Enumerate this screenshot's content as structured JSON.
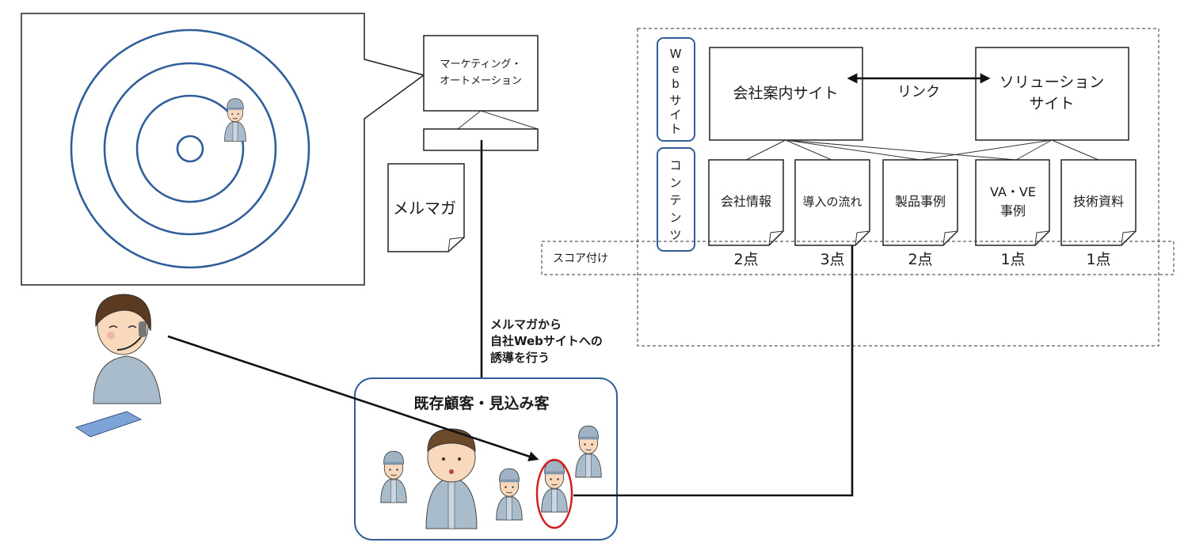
{
  "marketing_automation": {
    "line1": "マーケティング・",
    "line2": "オートメーション"
  },
  "newsletter": {
    "label": "メルマガ"
  },
  "guide_text": {
    "line1": "メルマガから",
    "line2": "自社Webサイトへの",
    "line3": "誘導を行う"
  },
  "customers": {
    "label": "既存顧客・見込み客"
  },
  "web_group": {
    "label_chars": [
      "W",
      "e",
      "b",
      "サ",
      "イ",
      "ト"
    ],
    "corporate_site": "会社案内サイト",
    "link_label": "リンク",
    "solution_site": {
      "line1": "ソリューション",
      "line2": "サイト"
    }
  },
  "contents_group": {
    "label_chars": [
      "コ",
      "ン",
      "テ",
      "ン",
      "ツ"
    ],
    "items": [
      {
        "line1": "会社情報",
        "line2": "",
        "score": "2点"
      },
      {
        "line1": "導入の流れ",
        "line2": "",
        "score": "3点"
      },
      {
        "line1": "製品事例",
        "line2": "",
        "score": "2点"
      },
      {
        "line1": "VA・VE",
        "line2": "事例",
        "score": "1点"
      },
      {
        "line1": "技術資料",
        "line2": "",
        "score": "1点"
      }
    ]
  },
  "scoring": {
    "label": "スコア付け"
  },
  "colors": {
    "ring": "#2f5e9b",
    "highlight_ring": "#d21f1f",
    "panel_border": "#2f5e9b"
  },
  "icons": [
    "worker-icon",
    "operator-icon",
    "document-icon"
  ]
}
